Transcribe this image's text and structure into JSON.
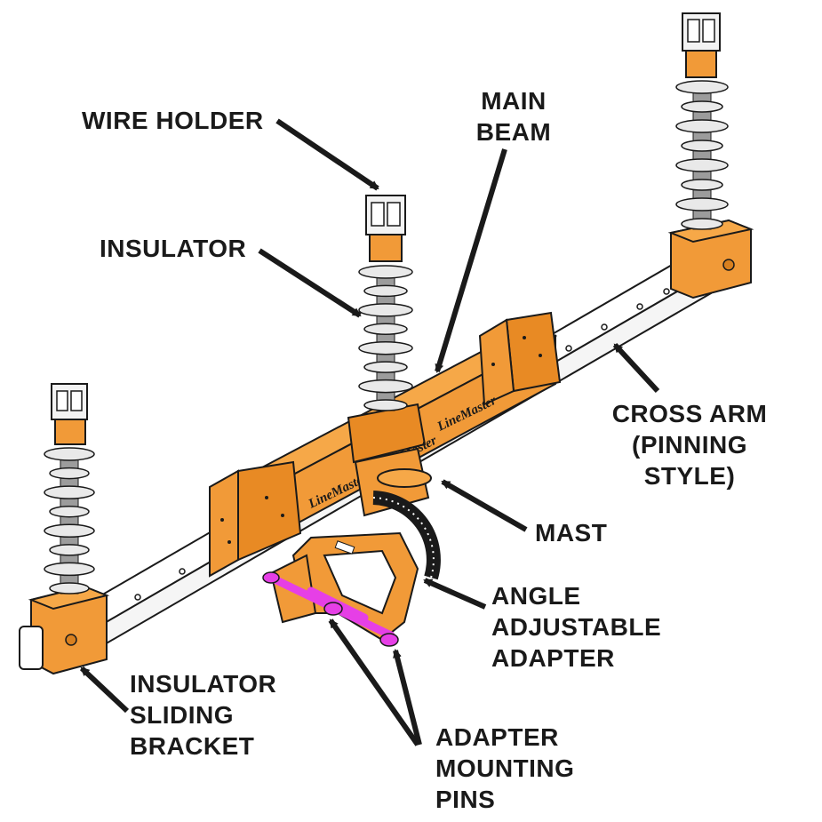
{
  "colors": {
    "frame": "#f19a38",
    "frame_dark": "#c96f12",
    "frame_shadow": "#d9801f",
    "cross_arm": "#ffffff",
    "insulator": "#e9e9e9",
    "insulator_dark": "#9c9c9c",
    "pin": "#e63fe6",
    "outline": "#1a1a1a",
    "label": "#1a1a1a"
  },
  "brand_mark": "LineMaster",
  "labels": {
    "wire_holder": [
      "WIRE HOLDER"
    ],
    "main_beam": [
      "MAIN",
      "BEAM"
    ],
    "insulator": [
      "INSULATOR"
    ],
    "cross_arm": [
      "CROSS ARM",
      "(PINNING",
      "STYLE)"
    ],
    "mast": [
      "MAST"
    ],
    "angle_adapter": [
      "ANGLE",
      "ADJUSTABLE",
      "ADAPTER"
    ],
    "sliding_bracket": [
      "INSULATOR",
      "SLIDING",
      "BRACKET"
    ],
    "mounting_pins": [
      "ADAPTER",
      "MOUNTING",
      "PINS"
    ]
  }
}
